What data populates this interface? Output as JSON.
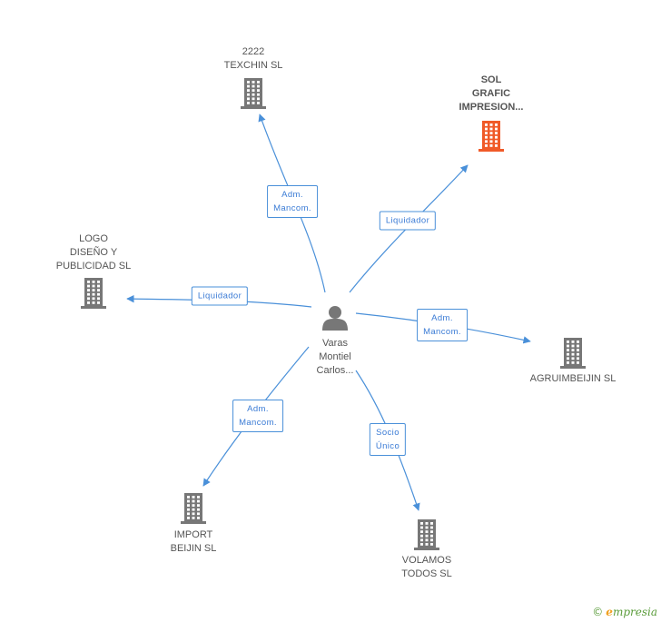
{
  "center": {
    "id": "varas",
    "label": [
      "Varas",
      "Montiel",
      "Carlos..."
    ]
  },
  "nodes": [
    {
      "id": "texchin",
      "label": [
        "2222",
        "TEXCHIN SL"
      ],
      "highlight": false
    },
    {
      "id": "solgrafic",
      "label": [
        "SOL",
        "GRAFIC",
        "IMPRESION..."
      ],
      "highlight": true
    },
    {
      "id": "logo",
      "label": [
        "LOGO",
        "DISEÑO Y",
        "PUBLICIDAD SL"
      ],
      "highlight": false
    },
    {
      "id": "agruimbeijin",
      "label": [
        "AGRUIMBEIJIN SL"
      ],
      "highlight": false
    },
    {
      "id": "importbeijin",
      "label": [
        "IMPORT",
        "BEIJIN SL"
      ],
      "highlight": false
    },
    {
      "id": "volamos",
      "label": [
        "VOLAMOS",
        "TODOS SL"
      ],
      "highlight": false
    }
  ],
  "edges": [
    {
      "to": "texchin",
      "label": [
        "Adm.",
        "Mancom."
      ]
    },
    {
      "to": "solgrafic",
      "label": [
        "Liquidador"
      ]
    },
    {
      "to": "logo",
      "label": [
        "Liquidador"
      ]
    },
    {
      "to": "agruimbeijin",
      "label": [
        "Adm.",
        "Mancom."
      ]
    },
    {
      "to": "importbeijin",
      "label": [
        "Adm.",
        "Mancom."
      ]
    },
    {
      "to": "volamos",
      "label": [
        "Socio",
        "Único"
      ]
    }
  ],
  "colors": {
    "edge": "#4a90d9",
    "building": "#777777",
    "building_highlight": "#f05a28",
    "person": "#777777"
  },
  "watermark": {
    "symbol": "©",
    "initial": "e",
    "rest": "mpresia"
  }
}
